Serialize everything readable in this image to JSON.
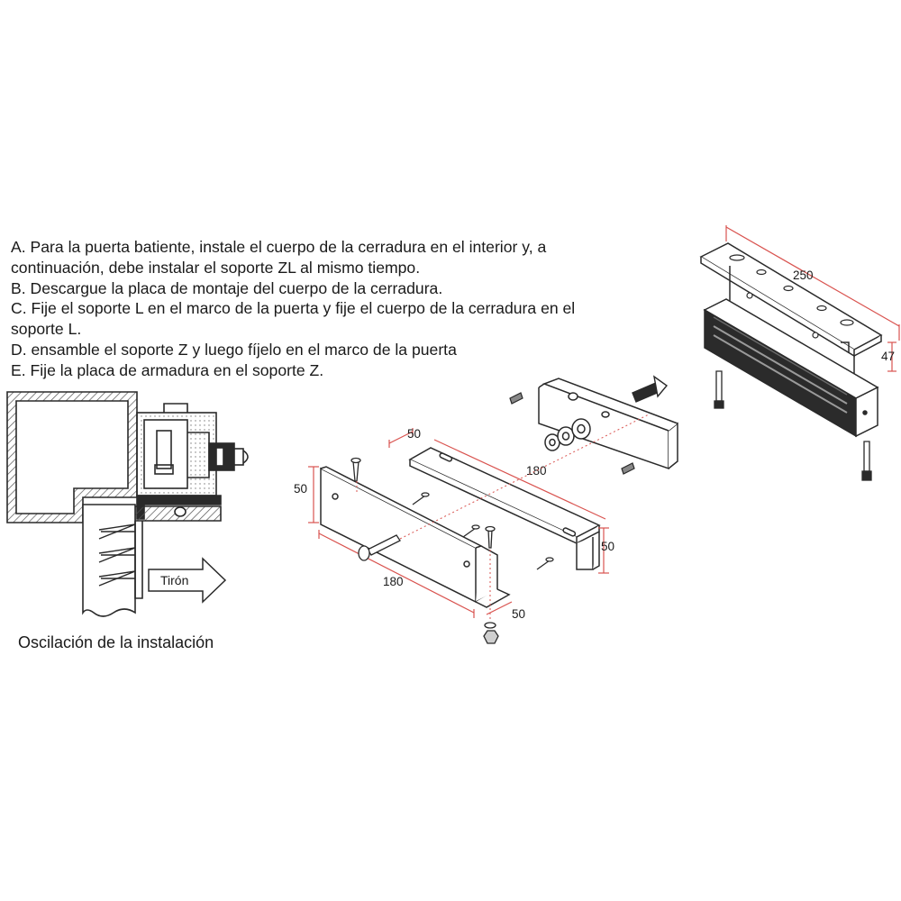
{
  "instructions": {
    "a_line1": "A. Para la puerta batiente, instale el cuerpo de la cerradura en el interior y, a",
    "a_line2": "continuación, debe instalar el soporte ZL al mismo tiempo.",
    "b": "B. Descargue la placa de montaje del cuerpo de la cerradura.",
    "c_line1": "C. Fije el soporte L en el marco de la puerta y fije el cuerpo de la cerradura en el",
    "c_line2": "soporte L.",
    "d": "D. ensamble el soporte Z y luego fíjelo en el marco de la puerta",
    "e": "E. Fije la placa de armadura en el soporte Z."
  },
  "section_view": {
    "caption": "Oscilación de la instalación",
    "pull_label": "Tirón"
  },
  "dimensions": {
    "lock_length": "250",
    "lock_height": "47",
    "z_top_width": "50",
    "z_length": "180",
    "z_height": "50",
    "l_height": "50",
    "l_length": "180",
    "l_base": "50"
  },
  "colors": {
    "line": "#2a2a2a",
    "dimension_line": "#d9534f",
    "magnet_body": "#2b2b2b"
  }
}
